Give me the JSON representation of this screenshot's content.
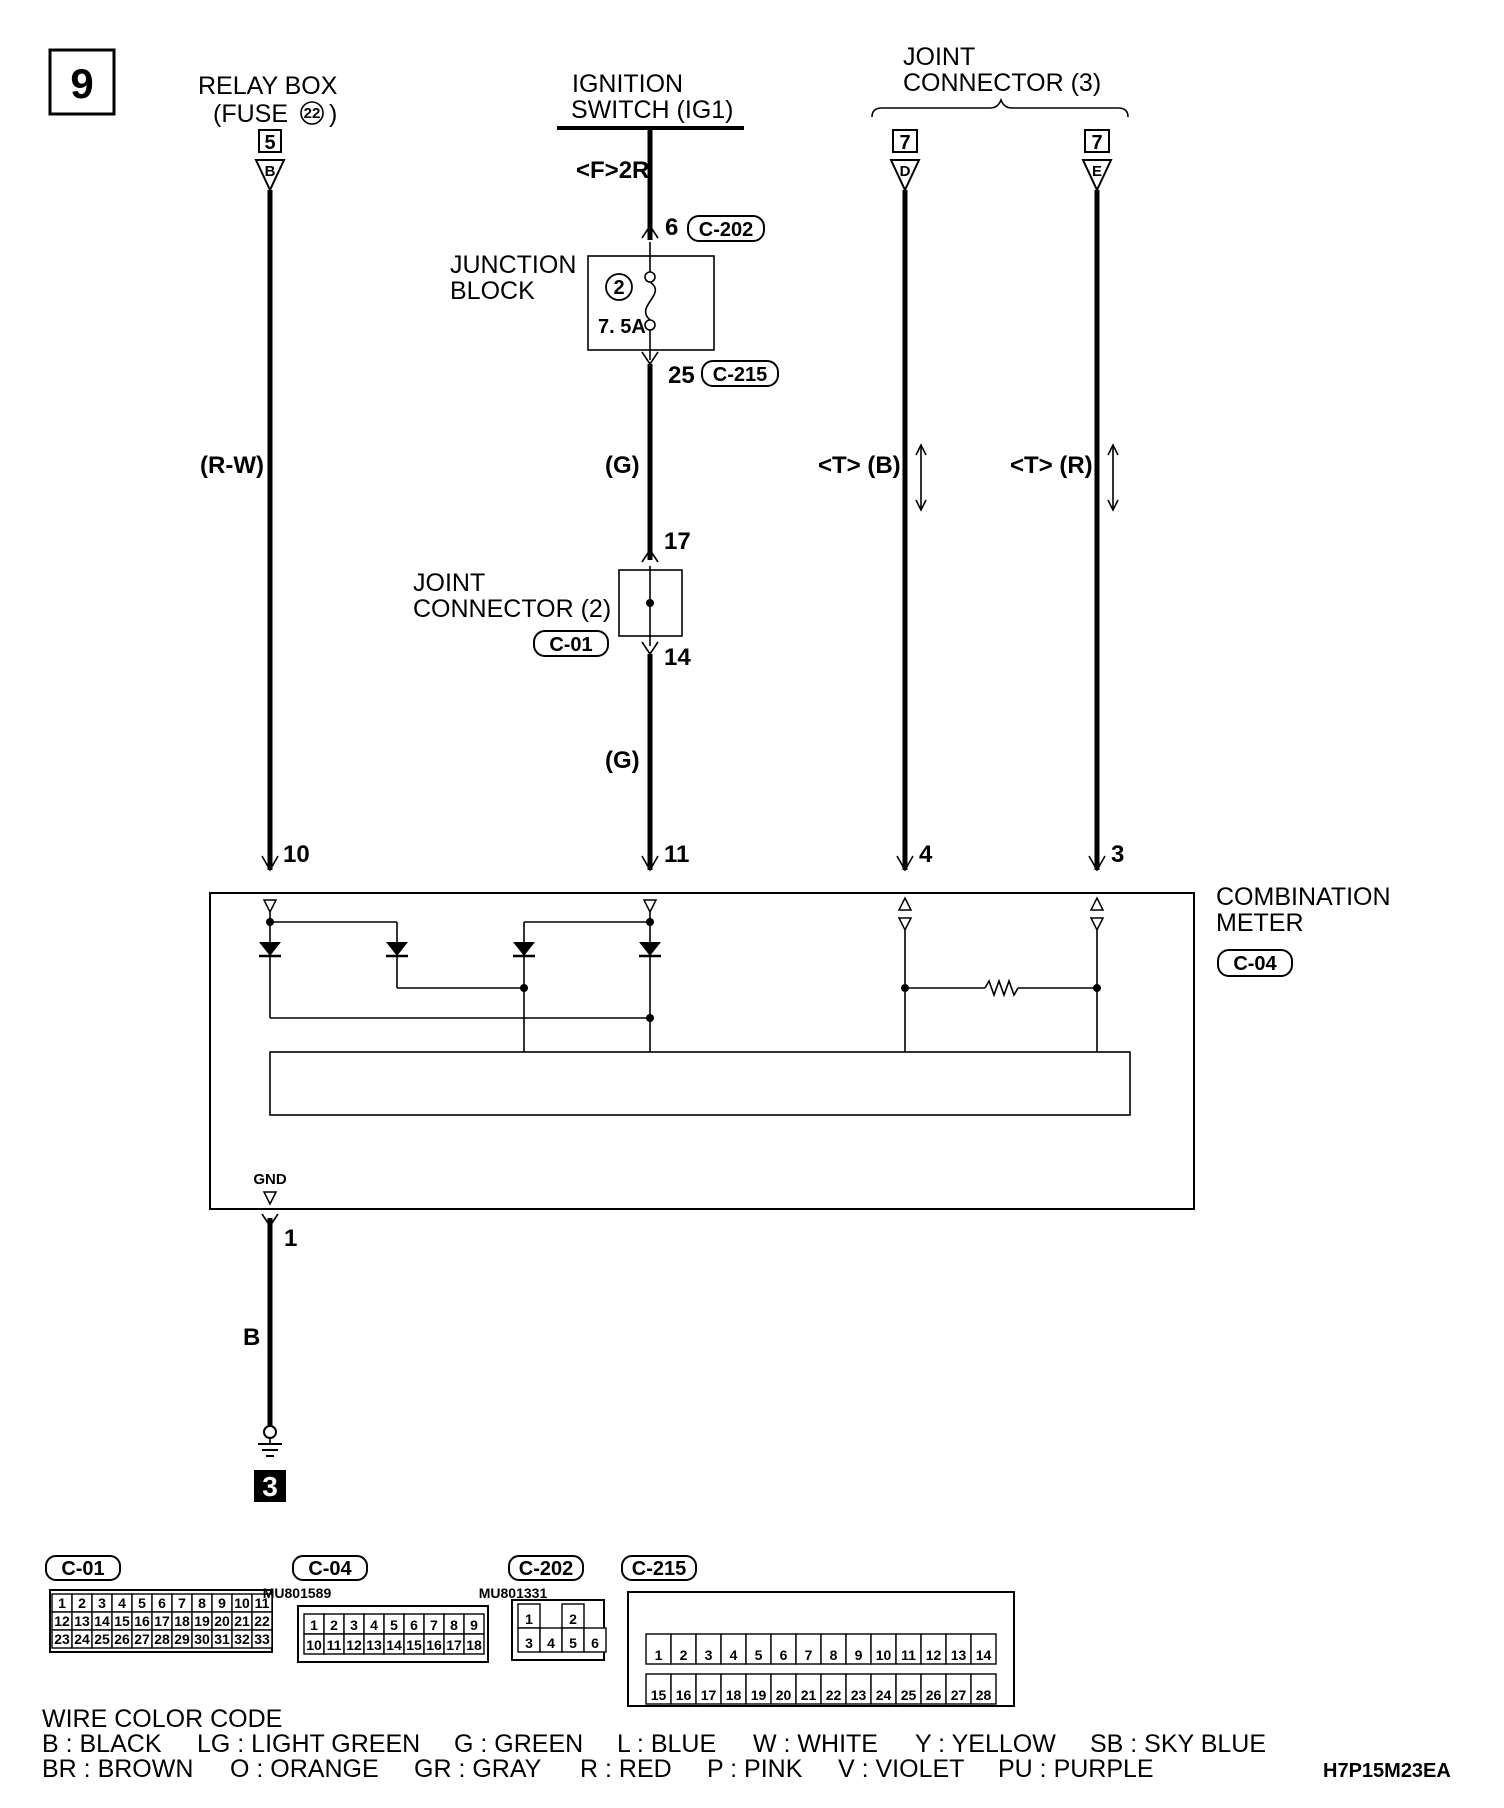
{
  "page_number": "9",
  "image_code": "H7P15M23EA",
  "top": {
    "relay_box": {
      "line1": "RELAY BOX",
      "line2": "(FUSE ",
      "line2_end": ")",
      "fuse": "22",
      "pin": "5",
      "letter": "B"
    },
    "ignition": {
      "line1": "IGNITION",
      "line2": "SWITCH (IG1)",
      "wire": "<F>2R"
    },
    "joint3": {
      "line1": "JOINT",
      "line2": "CONNECTOR (3)",
      "pin_d": "7",
      "letter_d": "D",
      "pin_e": "7",
      "letter_e": "E"
    }
  },
  "junction_block": {
    "line1": "JUNCTION",
    "line2": "BLOCK",
    "fuse_no": "2",
    "amps": "7. 5A",
    "pin_in": "6",
    "conn_in": "C-202",
    "pin_out": "25",
    "conn_out": "C-215"
  },
  "joint2": {
    "line1": "JOINT",
    "line2": "CONNECTOR (2)",
    "conn": "C-01",
    "pin_in": "17",
    "pin_out": "14"
  },
  "wires": {
    "relay": "(R-W)",
    "ig_upper": "(G)",
    "ig_lower": "(G)",
    "d_wire": "<T> (B)",
    "e_wire": "<T> (R)",
    "ground": "B"
  },
  "meter": {
    "line1": "COMBINATION",
    "line2": "METER",
    "conn": "C-04",
    "pins": [
      "10",
      "11",
      "4",
      "3"
    ],
    "gnd_label": "GND",
    "gnd_pin": "1"
  },
  "ground_no": "3",
  "connectors": [
    {
      "id": "C-01",
      "part": "",
      "rows": [
        [
          "1",
          "2",
          "3",
          "4",
          "5",
          "6",
          "7",
          "8",
          "9",
          "10",
          "11"
        ],
        [
          "12",
          "13",
          "14",
          "15",
          "16",
          "17",
          "18",
          "19",
          "20",
          "21",
          "22"
        ],
        [
          "23",
          "24",
          "25",
          "26",
          "27",
          "28",
          "29",
          "30",
          "31",
          "32",
          "33"
        ]
      ]
    },
    {
      "id": "C-04",
      "part": "MU801589",
      "rows": [
        [
          "1",
          "2",
          "3",
          "4",
          "5",
          "6",
          "7",
          "8",
          "9"
        ],
        [
          "10",
          "11",
          "12",
          "13",
          "14",
          "15",
          "16",
          "17",
          "18"
        ]
      ]
    },
    {
      "id": "C-202",
      "part": "MU801331",
      "rows": [
        [
          "1",
          "",
          "2"
        ],
        [
          "3",
          "4",
          "5",
          "6"
        ]
      ]
    },
    {
      "id": "C-215",
      "part": "",
      "rows": [
        [
          "1",
          "2",
          "3",
          "4",
          "5",
          "6",
          "7",
          "8",
          "9",
          "10",
          "11",
          "12",
          "13",
          "14"
        ],
        [
          "15",
          "16",
          "17",
          "18",
          "19",
          "20",
          "21",
          "22",
          "23",
          "24",
          "25",
          "26",
          "27",
          "28"
        ]
      ]
    }
  ],
  "legend": {
    "title": "WIRE COLOR CODE",
    "row1": [
      "B : BLACK",
      "LG : LIGHT GREEN",
      "G : GREEN",
      "L : BLUE",
      "W : WHITE",
      "Y : YELLOW",
      "SB : SKY BLUE"
    ],
    "row2": [
      "BR : BROWN",
      "O : ORANGE",
      "GR : GRAY",
      "R : RED",
      "P : PINK",
      "V : VIOLET",
      "PU : PURPLE"
    ]
  }
}
